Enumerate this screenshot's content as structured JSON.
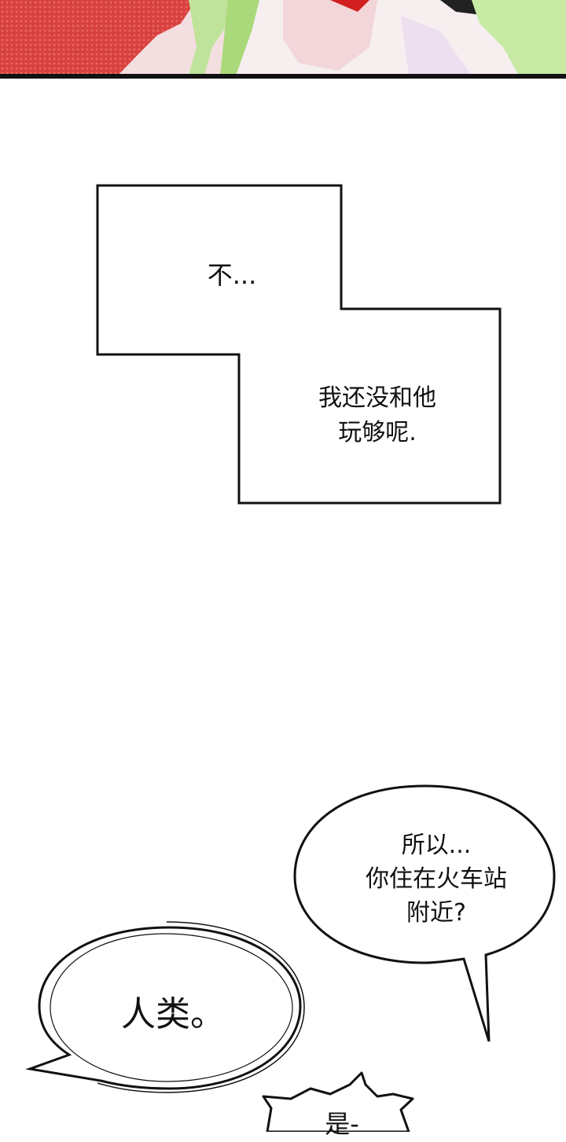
{
  "caption": {
    "line_1": "不...",
    "line_2a": "我还没和他",
    "line_2b": "玩够呢."
  },
  "bubble_right": {
    "line_1": "所以...",
    "line_2": "你住在火车站",
    "line_3": "附近?"
  },
  "bubble_left": {
    "text": "人类。"
  },
  "bubble_bottom": {
    "text": "是-"
  },
  "colors": {
    "ink": "#111111",
    "red_bg": "#d8413f",
    "hair_green": "#a9d97a",
    "skin": "#f4dfe0"
  }
}
